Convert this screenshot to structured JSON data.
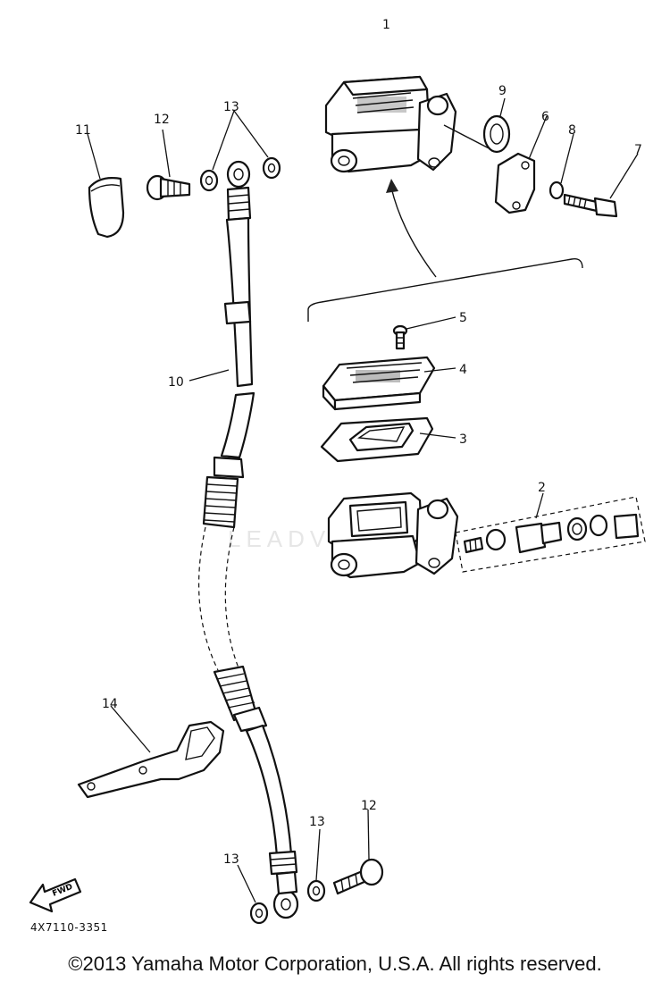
{
  "diagram": {
    "callouts": {
      "c1": "1",
      "c2": "2",
      "c3": "3",
      "c4": "4",
      "c5": "5",
      "c6": "6",
      "c7": "7",
      "c8": "8",
      "c9": "9",
      "c10": "10",
      "c11": "11",
      "c12a": "12",
      "c12b": "12",
      "c13a": "13",
      "c13b": "13",
      "c13c": "13",
      "c14": "14"
    },
    "fwd_label": "FWD",
    "drawing_code": "4X7110-3351",
    "watermark": "LEADVENTURE"
  },
  "footer": {
    "copyright": "©2013 Yamaha Motor Corporation, U.S.A. All rights reserved."
  }
}
